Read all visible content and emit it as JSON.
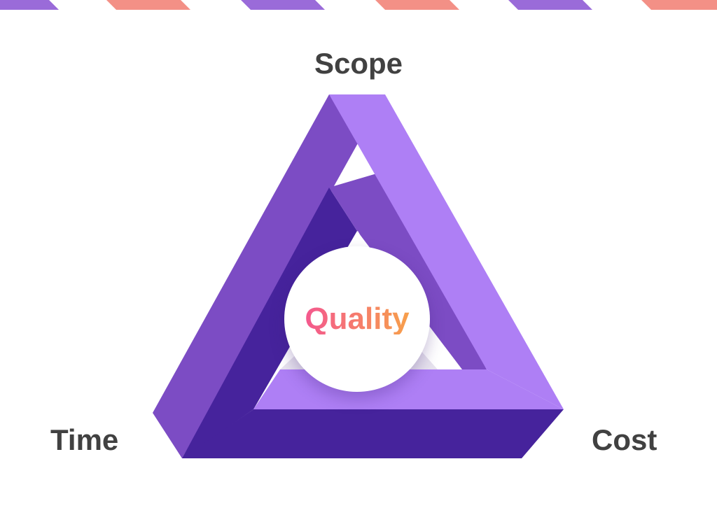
{
  "diagram": {
    "labels": {
      "top": "Scope",
      "bottom_left": "Time",
      "bottom_right": "Cost",
      "center": "Quality"
    },
    "colors": {
      "label_text": "#414141",
      "quality_gradient_start": "#f4588f",
      "quality_gradient_end": "#f7a04a",
      "face_light": "#ae7ff5",
      "face_mid": "#7c4cc4",
      "face_dark": "#46239c",
      "stripe_purple": "#9a6bd9",
      "stripe_salmon": "#f39086"
    }
  }
}
